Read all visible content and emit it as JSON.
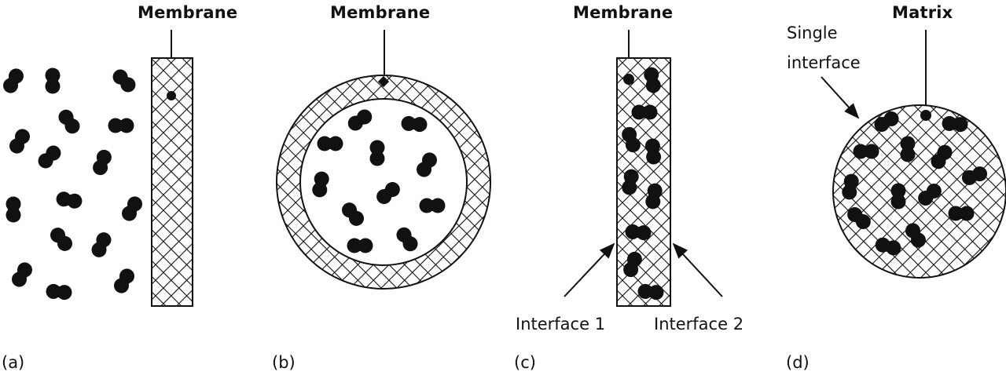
{
  "figure": {
    "panels": [
      {
        "id": "a",
        "caption": "(a)",
        "top_label": "Membrane",
        "type": "planar membrane with molecules outside"
      },
      {
        "id": "b",
        "caption": "(b)",
        "top_label": "Membrane",
        "type": "spherical membrane shell enclosing molecules"
      },
      {
        "id": "c",
        "caption": "(c)",
        "top_label": "Membrane",
        "type": "planar membrane with molecules embedded",
        "interface_labels": [
          "Interface 1",
          "Interface 2"
        ]
      },
      {
        "id": "d",
        "caption": "(d)",
        "top_label": "Matrix",
        "type": "spherical matrix with molecules embedded",
        "side_label_line1": "Single",
        "side_label_line2": "interface"
      }
    ]
  },
  "colors": {
    "ink": "#111111",
    "background": "#ffffff"
  }
}
